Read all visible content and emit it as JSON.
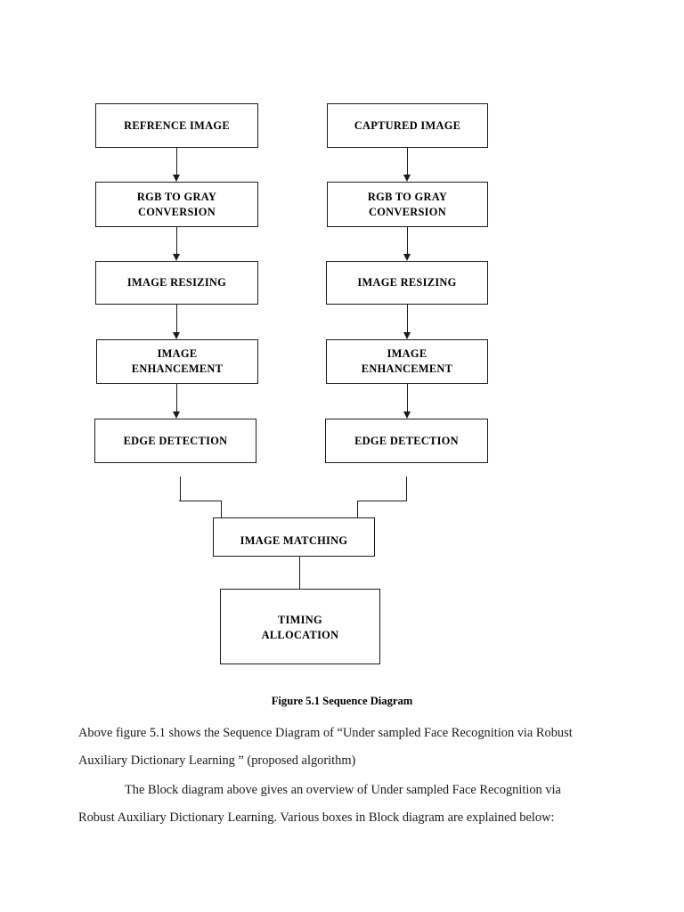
{
  "document": {
    "type": "sequence-diagram-page",
    "caption": "Figure 5.1 Sequence Diagram",
    "paragraphs": [
      "Above figure 5.1 shows the Sequence Diagram of “Under sampled Face Recognition via Robust Auxiliary Dictionary Learning    ” (proposed algorithm)",
      "The Block diagram above gives an overview of Under sampled Face Recognition via Robust Auxiliary Dictionary Learning. Various boxes in Block diagram are explained below:"
    ]
  },
  "diagram": {
    "title": "Figure 5.1 Sequence Diagram",
    "stroke_color": "#1a1a1a",
    "background_color": "#ffffff",
    "left_column": [
      {
        "id": "refrence-image",
        "label": "REFRENCE IMAGE"
      },
      {
        "id": "rgb-to-gray-conversion-left",
        "label": "RGB TO GRAY\nCONVERSION"
      },
      {
        "id": "image-resizing-left",
        "label": "IMAGE RESIZING"
      },
      {
        "id": "image-enhancement-left",
        "label": "IMAGE\nENHANCEMENT"
      },
      {
        "id": "edge-detection-left",
        "label": "EDGE DETECTION"
      }
    ],
    "right_column": [
      {
        "id": "captured-image",
        "label": "CAPTURED IMAGE"
      },
      {
        "id": "rgb-to-gray-conversion-right",
        "label": "RGB TO GRAY\nCONVERSION"
      },
      {
        "id": "image-resizing-right",
        "label": "IMAGE RESIZING"
      },
      {
        "id": "image-enhancement-right",
        "label": "IMAGE\nENHANCEMENT"
      },
      {
        "id": "edge-detection-right",
        "label": "EDGE DETECTION"
      }
    ],
    "merge_nodes": [
      {
        "id": "image-matching",
        "label": "IMAGE MATCHING"
      },
      {
        "id": "timing-allocation",
        "label": "TIMING\nALLOCATION"
      }
    ]
  }
}
